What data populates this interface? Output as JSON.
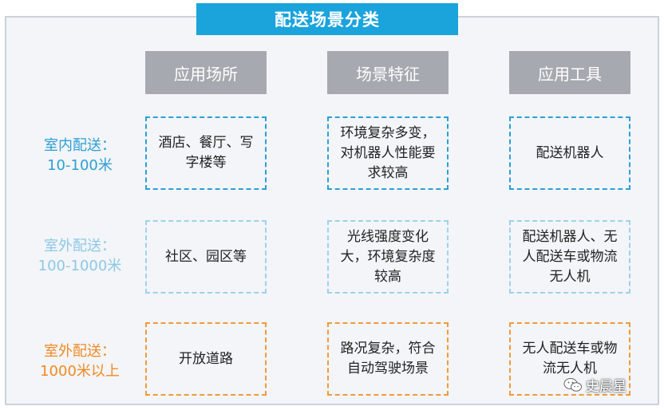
{
  "title": "配送场景分类",
  "columns": [
    "应用场所",
    "场景特征",
    "应用工具"
  ],
  "rows": [
    {
      "label_line1": "室内配送：",
      "label_line2": "10-100米",
      "place": "酒店、餐厅、写字楼等",
      "feature": "环境复杂多变，对机器人性能要求较高",
      "tool": "配送机器人",
      "color": "#2d9fd6"
    },
    {
      "label_line1": "室外配送：",
      "label_line2": "100-1000米",
      "place": "社区、园区等",
      "feature": "光线强度变化大，环境复杂度较高",
      "tool": "配送机器人、无人配送车或物流无人机",
      "color": "#9fd1ea"
    },
    {
      "label_line1": "室外配送：",
      "label_line2": "1000米以上",
      "place": "开放道路",
      "feature": "路况复杂，符合自动驾驶场景",
      "tool": "无人配送车或物流无人机",
      "color": "#f09a3b"
    }
  ],
  "watermark": "史晨星",
  "watermark_icon": "wechat-icon"
}
